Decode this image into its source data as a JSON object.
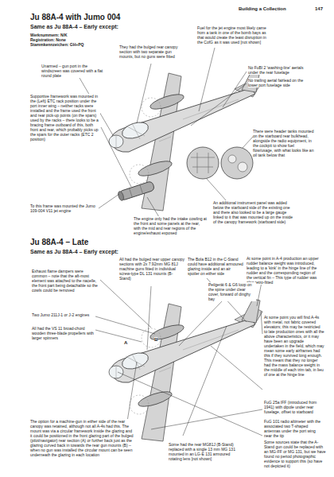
{
  "diagram": {
    "labels": [
      "Building a Collection",
      "147",
      "Ju 88A-4 with Jumo 004",
      "Same as Ju 88A-4 – Early except:",
      "Werknummern: N/K",
      "Registration: None",
      "Stammkennzeichen: GH+PQ",
      "They had the bulged rear canopy section with two separate gun mounts, but no guns were fitted",
      "Fuel for the jet engine most likely came from a tank in one of the bomb bays as that would create the least disruption in the CofG as it was used [not shown]",
      "Unarmed – gun port in the windscreen was covered with a flat round plate",
      "No FuBl 2 'washing-line' aerials under the rear fuselage",
      "No trailing aerial fairlead on the lower port fuselage side",
      "Supportive framework was mounted in the (Left) ETC rack position under the port inner wing – neither racks were installed and the frame used the front and rear pick-up points (on the spars) used by the racks – there looks to be a bracing frame outboard of this, both front and rear, which probably picks up the spars for the outer racks (ETC 2 position)",
      "There were header tanks mounted on the starboard rear bulkhead, alongside the radio equipment, in the cockpit to show fuel flow/usage, with what looks like an oil tank below that",
      "To this frame was mounted the Jumo 109-004 V11 jet engine",
      "The engine only had the intake cowling at the front and some panels at the rear, with the mid and rear regions of the engine/exhaust exposed",
      "An additional instrument panel was added below the starboard side of the existing one and there also looked to be a large gauge linked to it that was mounted up on the inside of the canopy framework (starboard side)",
      "Ju 88A-4 – Late",
      "Same as Ju 88A-4 – Early except:",
      "All had the bulged rear upper canopy sections with 2x 7.92mm MG 81J machine guns fitted in individual screw-type DL 131 mounts (B-Stand)",
      "The Bola B12 in the C-Stand could have additional armoured glazing inside and an air spoiler on either side",
      "At some point in A-4 production an upper rudder balance weight was introduced, leading to a 'kink' in the hinge line of the rudder and the corresponding region of the vertical fin – This type of rudder was also retro-fitted",
      "Exhaust flame dampers were common – note that the aft-most element was attached to the nacelle, the front part being detachable so the cowls could be removed",
      "Peilgerät 6 & G6 loop on the spine under clear cover, forward of dinghy bay",
      "Two Jumo 211J-1 or J-2 engines",
      "All had the VS 11 broad-chord wooden three-blade propellers with larger spinners",
      "At some point you will find A-4s with metal, not fabric covered elevators; this may be restricted to late production ones with all the above characteristics, or it may have been an upgrade undertaken in the field, which may mean some early airframes had this if they survived long enough. This meant that they no longer had the mass balance weight in the middle of each trim tab, in lieu of one at the hinge line",
      "FuG 25a IFF (introduced from 1941) with dipole under rear fuselage, offset to starboard",
      "FuG 101 radio altimeter with the associated two T-shaped antennas under the port wing near the tip",
      "The option for a machine-gun in either side of the rear canopy was retained, although not all A-4s had this. The mount was via a circular framework inside the glazing and it could be positioned in the front glazing part of the bulged (pilot/navigator) rear section (A) or further back just as the glazing curved back in towards the rear gun mounts (B) – when no gun was installed the circular mount can be seen underneath the glazing in each location",
      "Some had the rear MG81J (B-Stand) replaced with a single 13 mm MG 131 mounted in an LG-E 131 armoured rotating lens [not shown]",
      "Some sources state that the A-Stand gun could be replaced with an MG-FF or MG 131, but we have found no period photographic evidence to support this (so have not depicted it)",
      "A",
      "B"
    ]
  }
}
